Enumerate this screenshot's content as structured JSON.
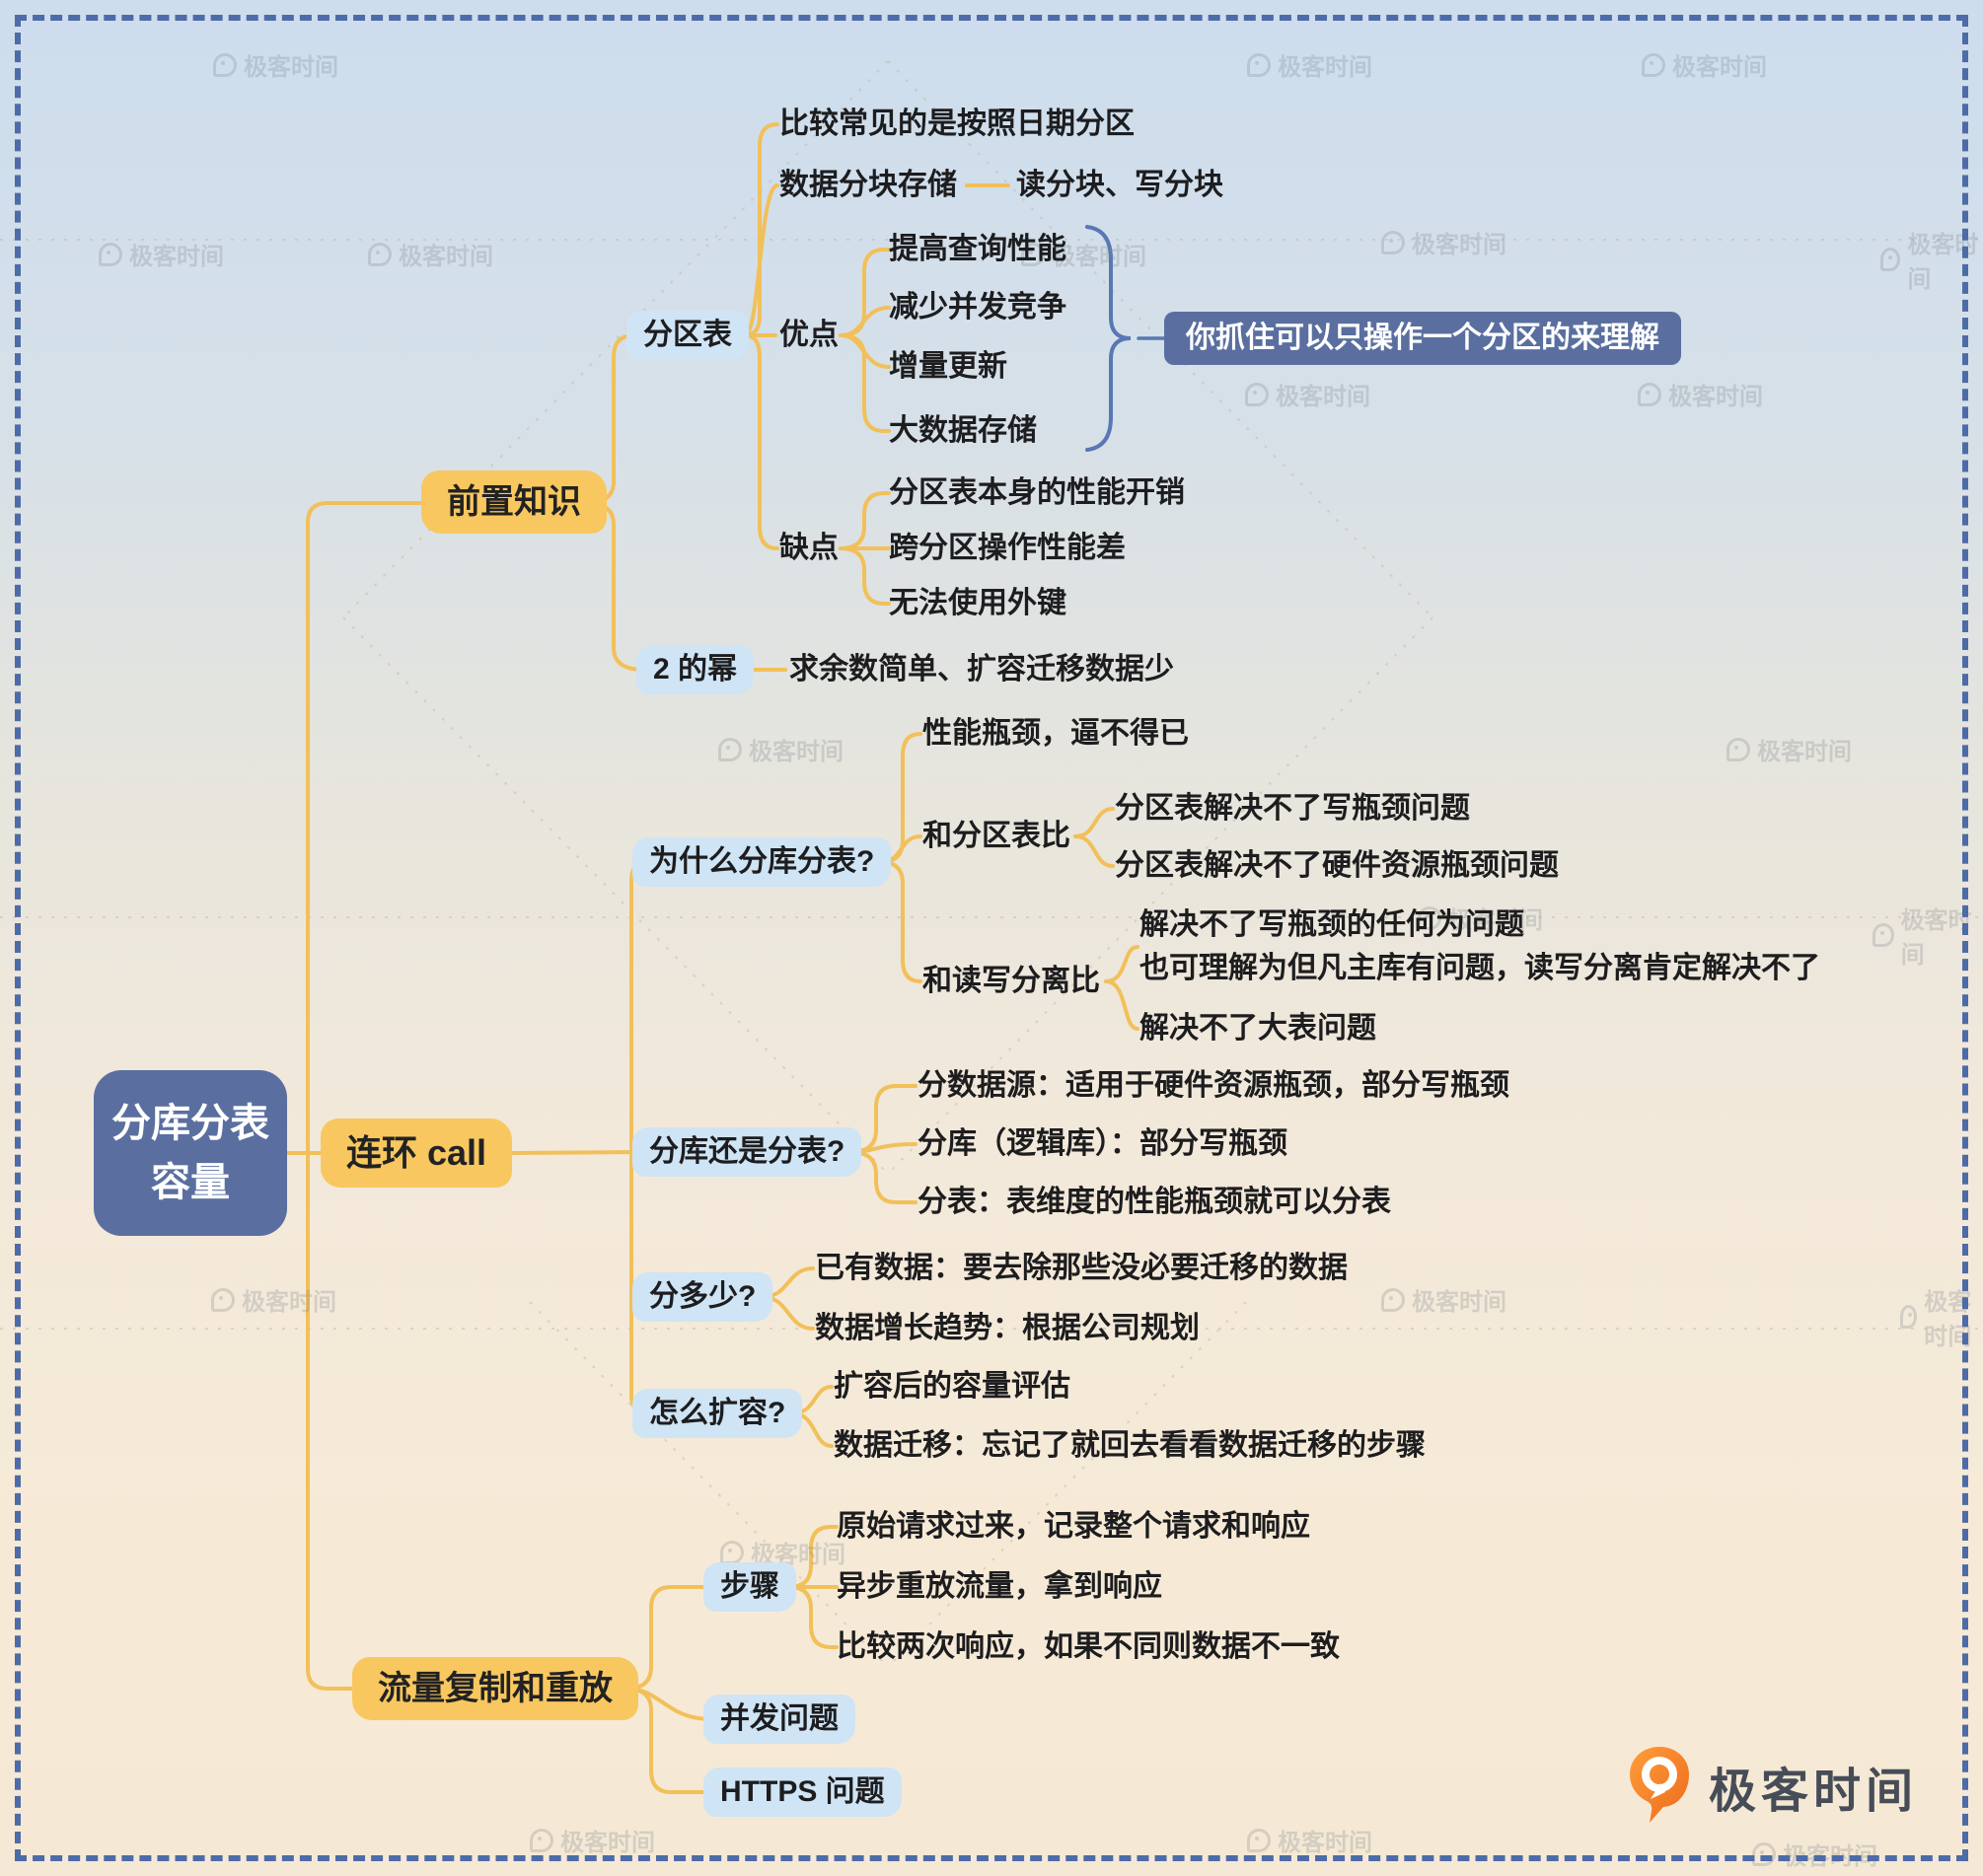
{
  "watermark": {
    "text": "极客时间"
  },
  "logo": {
    "text": "极客时间"
  },
  "root": {
    "line1": "分库分表",
    "line2": "容量"
  },
  "qianzhi": {
    "label": "前置知识",
    "fenqubiao": {
      "label": "分区表",
      "date_leaf": "比较常见的是按照日期分区",
      "chunk_leaf": "数据分块存储",
      "chunk_rw_leaf": "读分块、写分块",
      "youdian": {
        "label": "优点",
        "items": [
          "提高查询性能",
          "减少并发竞争",
          "增量更新",
          "大数据存储"
        ],
        "note": "你抓住可以只操作一个分区的来理解"
      },
      "quedian": {
        "label": "缺点",
        "items": [
          "分区表本身的性能开销",
          "跨分区操作性能差",
          "无法使用外键"
        ]
      }
    },
    "power2": {
      "label": "2 的幂",
      "leaf": "求余数简单、扩容迁移数据少"
    }
  },
  "lianhuan": {
    "label": "连环 call",
    "why": {
      "label": "为什么分库分表?",
      "bottleneck_leaf": "性能瓶颈，逼不得已",
      "vs_partition": {
        "label": "和分区表比",
        "items": [
          "分区表解决不了写瓶颈问题",
          "分区表解决不了硬件资源瓶颈问题"
        ]
      },
      "vs_rw": {
        "label": "和读写分离比",
        "item1_line1": "解决不了写瓶颈的任何为问题",
        "item1_line2": "也可理解为但凡主库有问题，读写分离肯定解决不了",
        "item2": "解决不了大表问题"
      }
    },
    "db_or_table": {
      "label": "分库还是分表?",
      "items": [
        "分数据源：适用于硬件资源瓶颈，部分写瓶颈",
        "分库（逻辑库）：部分写瓶颈",
        "分表：表维度的性能瓶颈就可以分表"
      ]
    },
    "how_many": {
      "label": "分多少?",
      "items": [
        "已有数据：要去除那些没必要迁移的数据",
        "数据增长趋势：根据公司规划"
      ]
    },
    "how_scale": {
      "label": "怎么扩容?",
      "items": [
        "扩容后的容量评估",
        "数据迁移：忘记了就回去看看数据迁移的步骤"
      ]
    }
  },
  "traffic": {
    "label": "流量复制和重放",
    "steps": {
      "label": "步骤",
      "items": [
        "原始请求过来，记录整个请求和响应",
        "异步重放流量，拿到响应",
        "比较两次响应，如果不同则数据不一致"
      ]
    },
    "concurrency": {
      "label": "并发问题"
    },
    "https": {
      "label": "HTTPS 问题"
    }
  },
  "colors": {
    "accent_yellow": "#f8c75f",
    "accent_blue_box": "#cfe4f4",
    "accent_dark_blue": "#5a6f9f",
    "connector_yellow": "#f2c05a",
    "brace_blue": "#5878b4",
    "border_blue": "#4d6ba7",
    "logo_orange": "#f47b20"
  }
}
